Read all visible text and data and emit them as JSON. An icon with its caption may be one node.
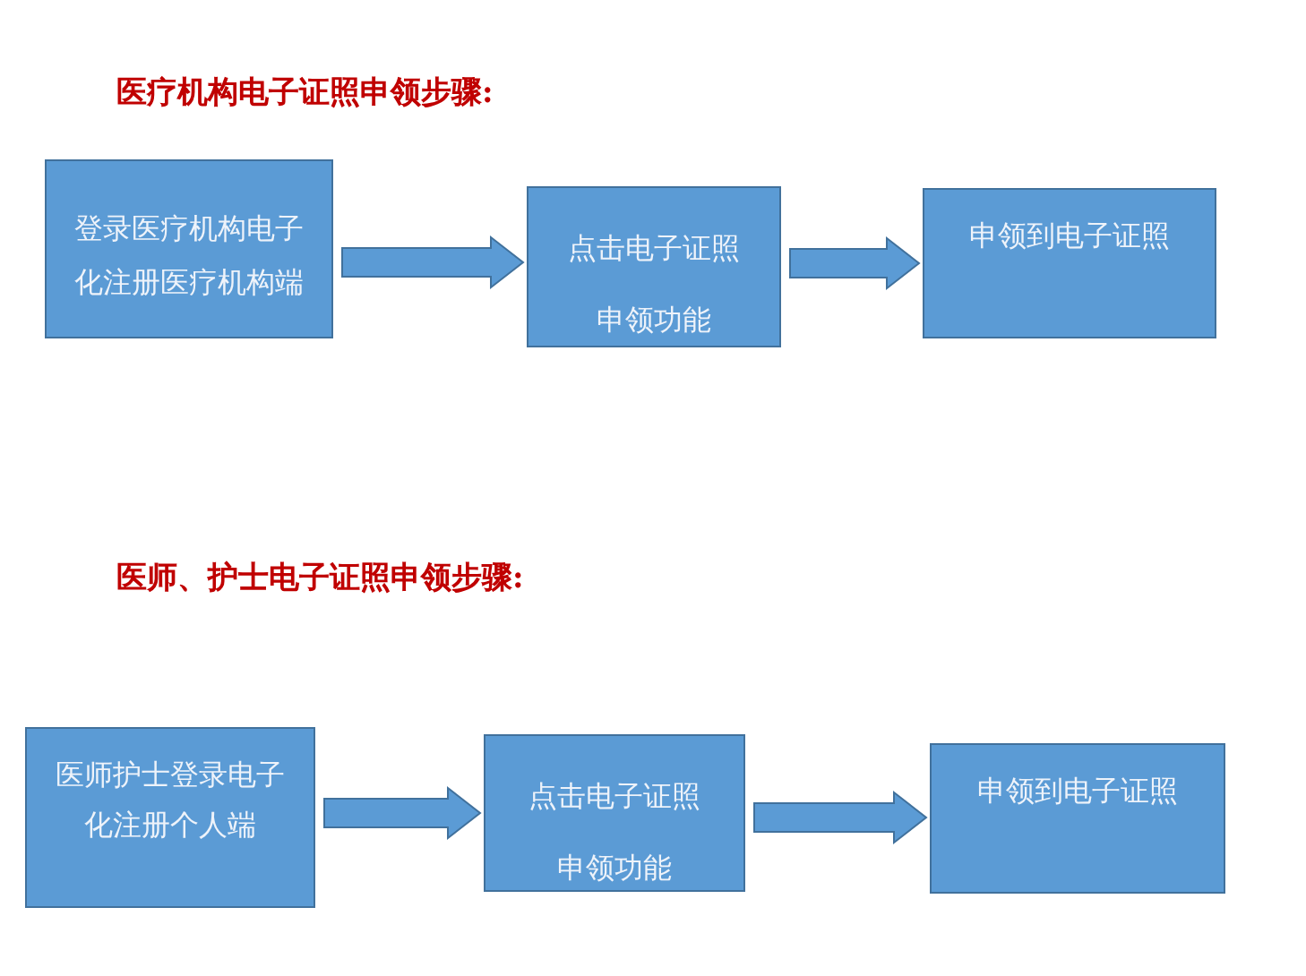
{
  "diagram": {
    "nodes": [
      {
        "text": [
          "登录医疗机构电子化注册医疗机构端"
        ]
      },
      {
        "text": [
          "点击电子证照申领功能"
        ]
      },
      {
        "text": [
          "申领到电子证照"
        ]
      },
      {
        "text": [
          "医师护士登录电子化注册个人端"
        ]
      },
      {
        "text": [
          "点击电子证照申领功能"
        ]
      },
      {
        "text": [
          "申领到电子证照"
        ]
      }
    ],
    "edges": [
      {
        "from": 0,
        "to": 1,
        "arrow": "to"
      },
      {
        "from": 1,
        "to": 2,
        "arrow": "to"
      },
      {
        "from": 3,
        "to": 4,
        "arrow": "to"
      },
      {
        "from": 4,
        "to": 5,
        "arrow": "to"
      }
    ],
    "labels": [
      "医疗机构电子证照申领步骤:",
      "医师、护士电子证照申领步骤:"
    ]
  }
}
